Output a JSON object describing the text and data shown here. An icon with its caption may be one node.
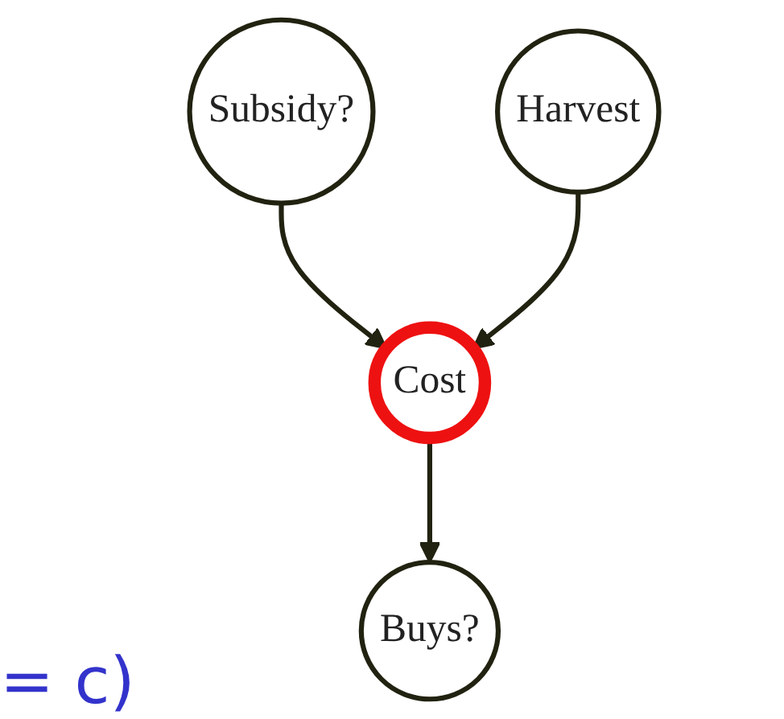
{
  "diagram": {
    "nodes": [
      {
        "text": [
          "Subsidy?"
        ]
      },
      {
        "text": [
          "Harvest"
        ]
      },
      {
        "text": [
          "Cost"
        ]
      },
      {
        "text": [
          "Buys?"
        ]
      }
    ],
    "edges": [
      {
        "from": 0,
        "to": 2,
        "arrow": "to"
      },
      {
        "from": 1,
        "to": 2,
        "arrow": "to"
      },
      {
        "from": 2,
        "to": 3,
        "arrow": "to"
      }
    ],
    "labels": [
      "= c)"
    ]
  }
}
